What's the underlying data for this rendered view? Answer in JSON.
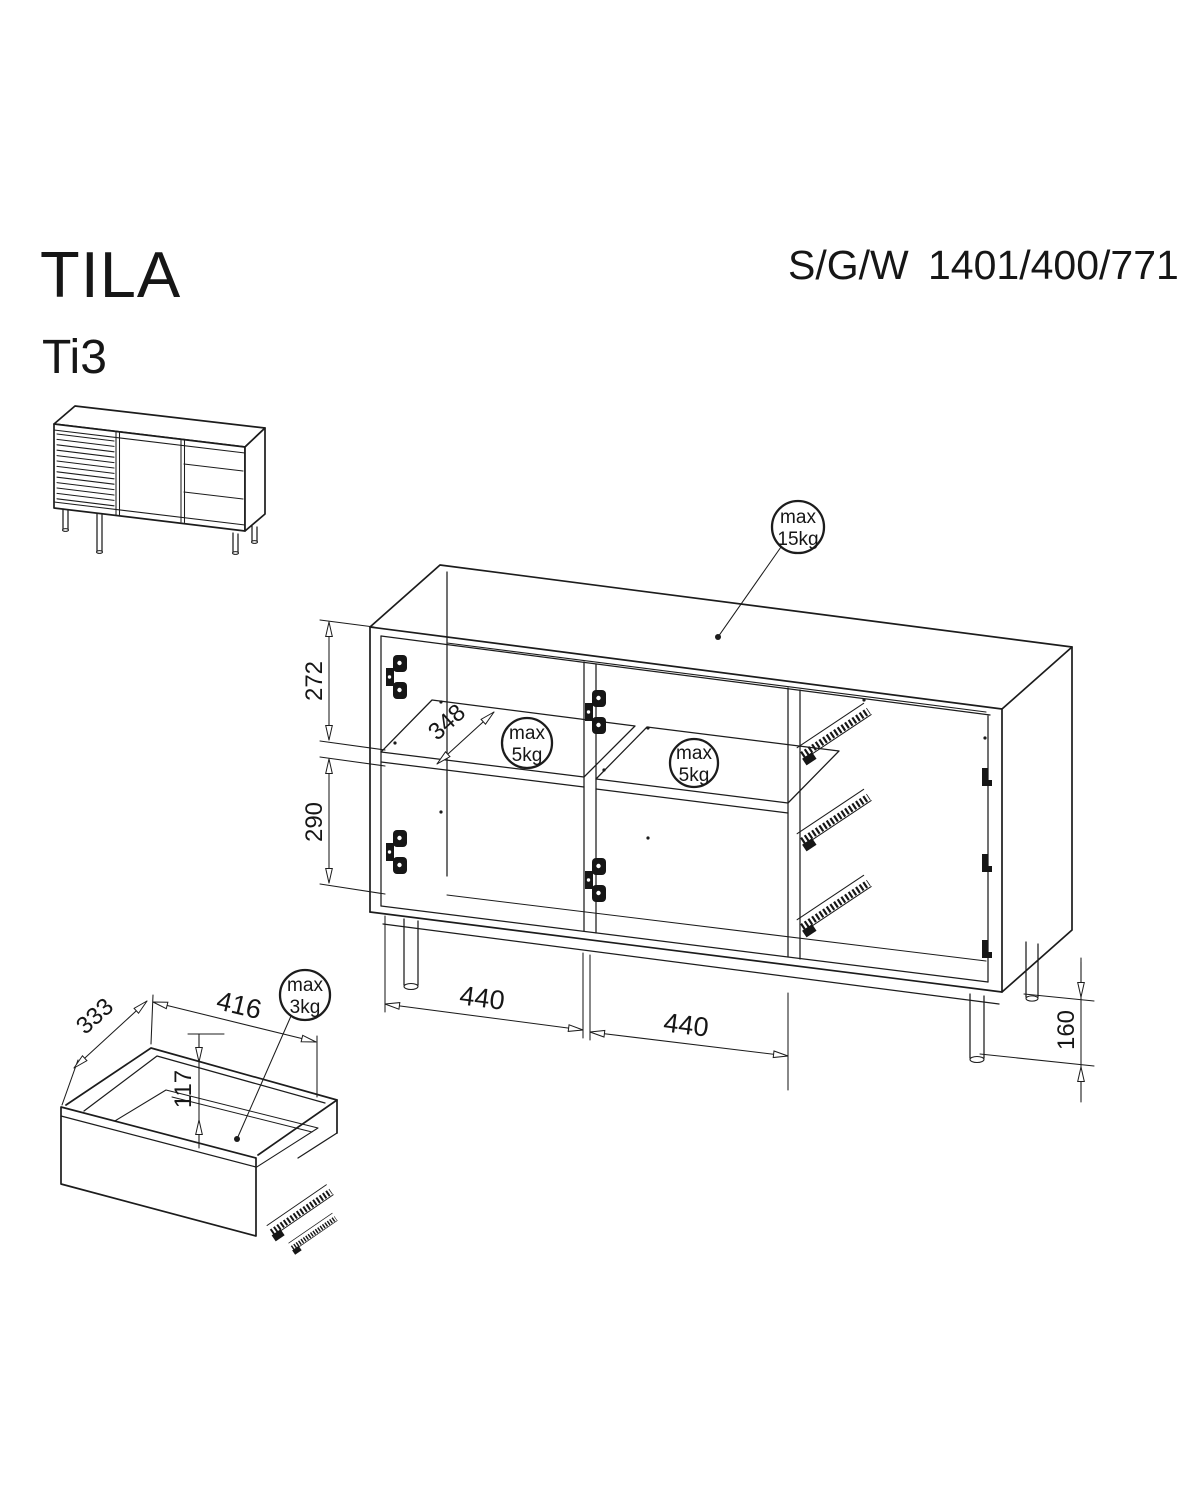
{
  "header": {
    "title": "TILA",
    "model": "Ti3",
    "spec_label": "S/G/W",
    "spec_value": "1401/400/771"
  },
  "dimensions": {
    "upper_compartment_height": "272",
    "lower_compartment_height": "290",
    "shelf_depth": "348",
    "left_section_width": "440",
    "middle_section_width": "440",
    "leg_height": "160",
    "drawer_depth": "333",
    "drawer_width": "416",
    "drawer_inner_height": "117"
  },
  "load_limits": {
    "top_panel": {
      "line1": "max",
      "line2": "15kg"
    },
    "left_shelf": {
      "line1": "max",
      "line2": "5kg"
    },
    "middle_shelf": {
      "line1": "max",
      "line2": "5kg"
    },
    "drawer": {
      "line1": "max",
      "line2": "3kg"
    }
  },
  "colors": {
    "line": "#1c1c1c",
    "text": "#161616",
    "background": "#ffffff"
  }
}
